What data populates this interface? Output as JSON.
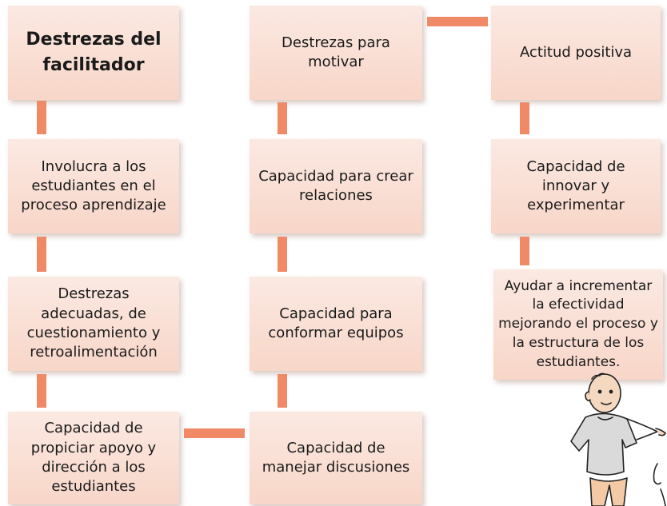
{
  "boxes": {
    "facilitador": "Destrezas del facilitador",
    "involucra": "Involucra a los estudiantes en el proceso aprendizaje",
    "destrezas_adecuadas": "Destrezas adecuadas, de cuestionamiento y retroalimentación",
    "apoyo": "Capacidad de propiciar apoyo y dirección a los estudiantes",
    "motivar": "Destrezas para motivar",
    "relaciones": "Capacidad para crear relaciones",
    "equipos": "Capacidad para conformar equipos",
    "discusiones": "Capacidad de manejar discusiones",
    "actitud": "Actitud positiva",
    "innovar": "Capacidad de innovar y experimentar",
    "efectividad": "Ayudar a incrementar la efectividad mejorando el proceso y la estructura de los estudiantes."
  },
  "colors": {
    "box_fill_top": "#fbe9e2",
    "box_fill_bottom": "#f8d6c8",
    "connector": "#f08a66"
  },
  "illustration": {
    "icon": "bald-man-cartoon-icon"
  }
}
